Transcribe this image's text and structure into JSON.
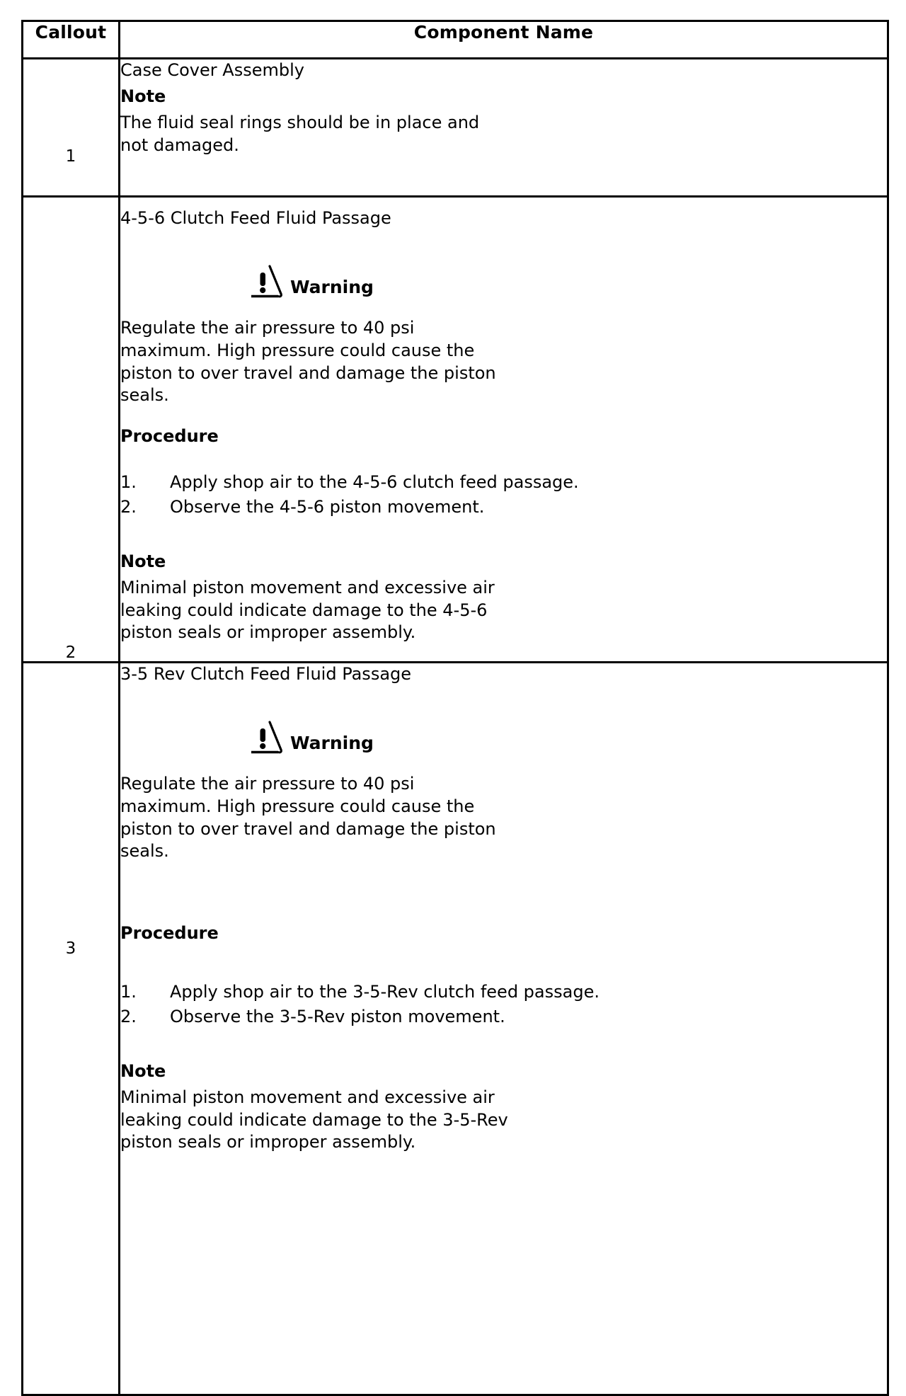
{
  "table": {
    "headers": {
      "callout": "Callout",
      "component_name": "Component Name"
    },
    "rows": [
      {
        "callout": "1",
        "title": "Case Cover Assembly",
        "note_heading": "Note",
        "note_text": "The fluid seal rings should be in place and\nnot damaged."
      },
      {
        "callout": "2",
        "title": "4-5-6 Clutch Feed Fluid Passage",
        "warning_label": "Warning",
        "warning_text": "Regulate the air pressure to 40 psi\nmaximum. High pressure could cause the\npiston to over travel and damage the piston\nseals.",
        "procedure_heading": "Procedure",
        "steps": [
          {
            "num": "1.",
            "text": "Apply shop air to the 4-5-6 clutch feed passage."
          },
          {
            "num": "2.",
            "text": "Observe the 4-5-6 piston movement."
          }
        ],
        "note_heading": "Note",
        "note_text": "Minimal piston movement and excessive air\nleaking could indicate damage to the 4-5-6\npiston seals or improper assembly."
      },
      {
        "callout": "3",
        "title": "3-5 Rev Clutch Feed Fluid Passage",
        "warning_label": "Warning",
        "warning_text": "Regulate the air pressure to 40 psi\nmaximum. High pressure could cause the\npiston to over travel and damage the piston\nseals.",
        "procedure_heading": "Procedure",
        "steps": [
          {
            "num": "1.",
            "text": "Apply shop air to the 3-5-Rev clutch feed passage."
          },
          {
            "num": "2.",
            "text": "Observe the 3-5-Rev piston movement."
          }
        ],
        "note_heading": "Note",
        "note_text": "Minimal piston movement and excessive air\nleaking could indicate damage to the 3-5-Rev\npiston seals or improper assembly."
      }
    ]
  },
  "icons": {
    "warning": "warning-triangle-exclamation-icon"
  },
  "colors": {
    "ink": "#000000",
    "page": "#ffffff"
  }
}
